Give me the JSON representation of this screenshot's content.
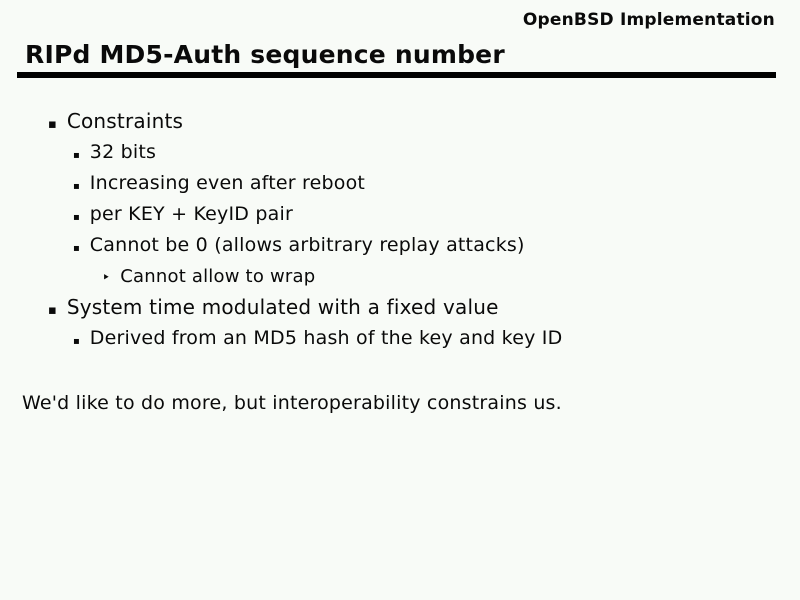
{
  "slide": {
    "header": "OpenBSD Implementation",
    "title": "RIPd MD5-Auth sequence number",
    "bullets": [
      {
        "level": 1,
        "text": "Constraints"
      },
      {
        "level": 2,
        "text": "32 bits"
      },
      {
        "level": 2,
        "text": "Increasing even after reboot"
      },
      {
        "level": 2,
        "text": "per KEY + KeyID pair"
      },
      {
        "level": 2,
        "text": "Cannot be 0 (allows arbitrary replay attacks)"
      },
      {
        "level": 3,
        "text": "Cannot allow to wrap"
      },
      {
        "level": 1,
        "text": "System time modulated with a fixed value"
      },
      {
        "level": 2,
        "text": "Derived from an MD5 hash of the key and key ID"
      }
    ],
    "footer": "We'd like to do more, but interoperability constrains us.",
    "bullet_glyphs": {
      "level1": "▪",
      "level2": "▪",
      "level3": "‣"
    },
    "colors": {
      "background": "#f8fbf7",
      "text": "#0a0a0a",
      "rule": "#000000"
    }
  }
}
